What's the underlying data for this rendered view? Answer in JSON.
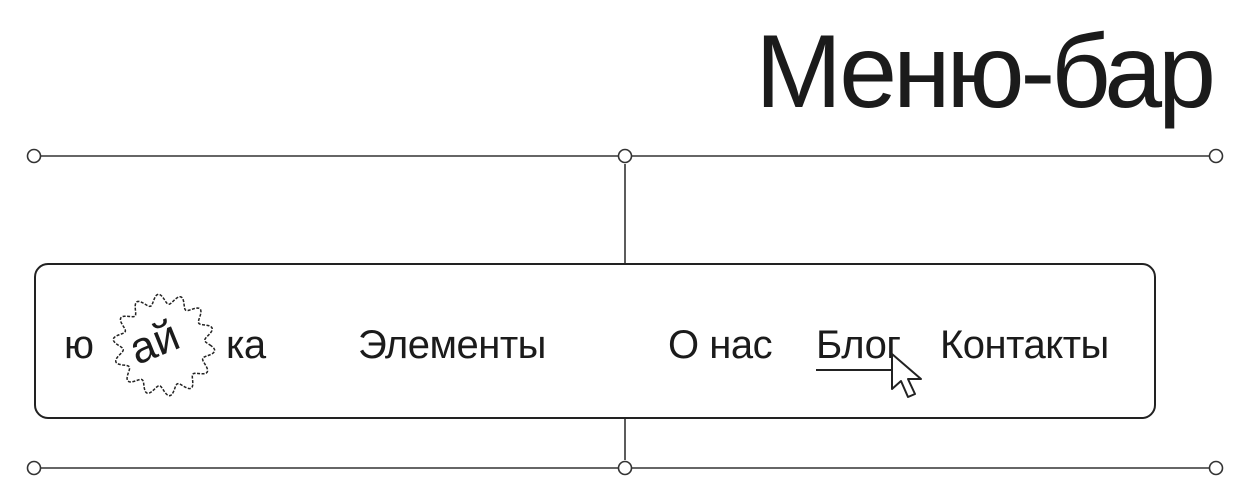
{
  "page": {
    "title": "Меню-бар"
  },
  "logo": {
    "part1": "ю",
    "part2": "ай",
    "part3": "ка"
  },
  "nav": {
    "items": [
      {
        "label": "Элементы"
      },
      {
        "label": "О нас"
      },
      {
        "label": "Блог",
        "state": "hover"
      },
      {
        "label": "Контакты"
      }
    ]
  },
  "icons": {
    "pointer": "cursor-pointer-icon"
  },
  "colors": {
    "ink": "#1b1b1b",
    "background": "#ffffff"
  }
}
